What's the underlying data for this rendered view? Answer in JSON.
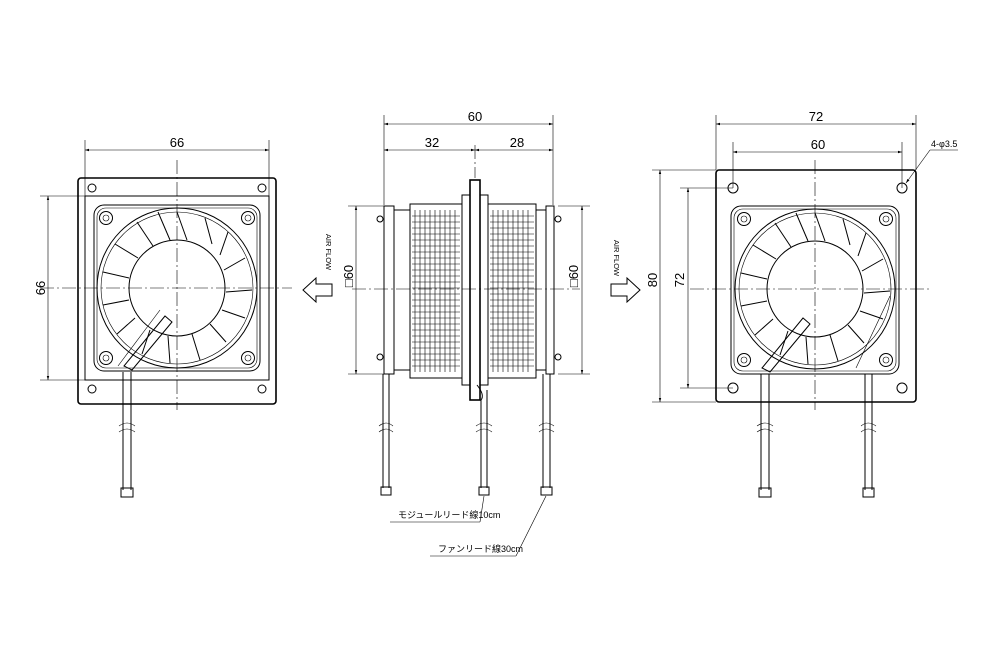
{
  "views": {
    "left": {
      "dim_width": "66",
      "dim_height": "66",
      "airflow_label": "AIR FLOW"
    },
    "side": {
      "dim_total": "60",
      "dim_left": "32",
      "dim_right": "28",
      "dim_square_left": "□60",
      "dim_square_right": "□60"
    },
    "right": {
      "dim_outer_width": "72",
      "dim_inner_width": "60",
      "dim_outer_height": "80",
      "dim_inner_height": "72",
      "hole_callout": "4-φ3.5",
      "airflow_label": "AIR FLOW"
    }
  },
  "leader_notes": {
    "module_lead": "モジュールリード線10cm",
    "fan_lead": "ファンリード線30cm"
  },
  "colors": {
    "ink": "#000000",
    "paper": "#ffffff"
  }
}
